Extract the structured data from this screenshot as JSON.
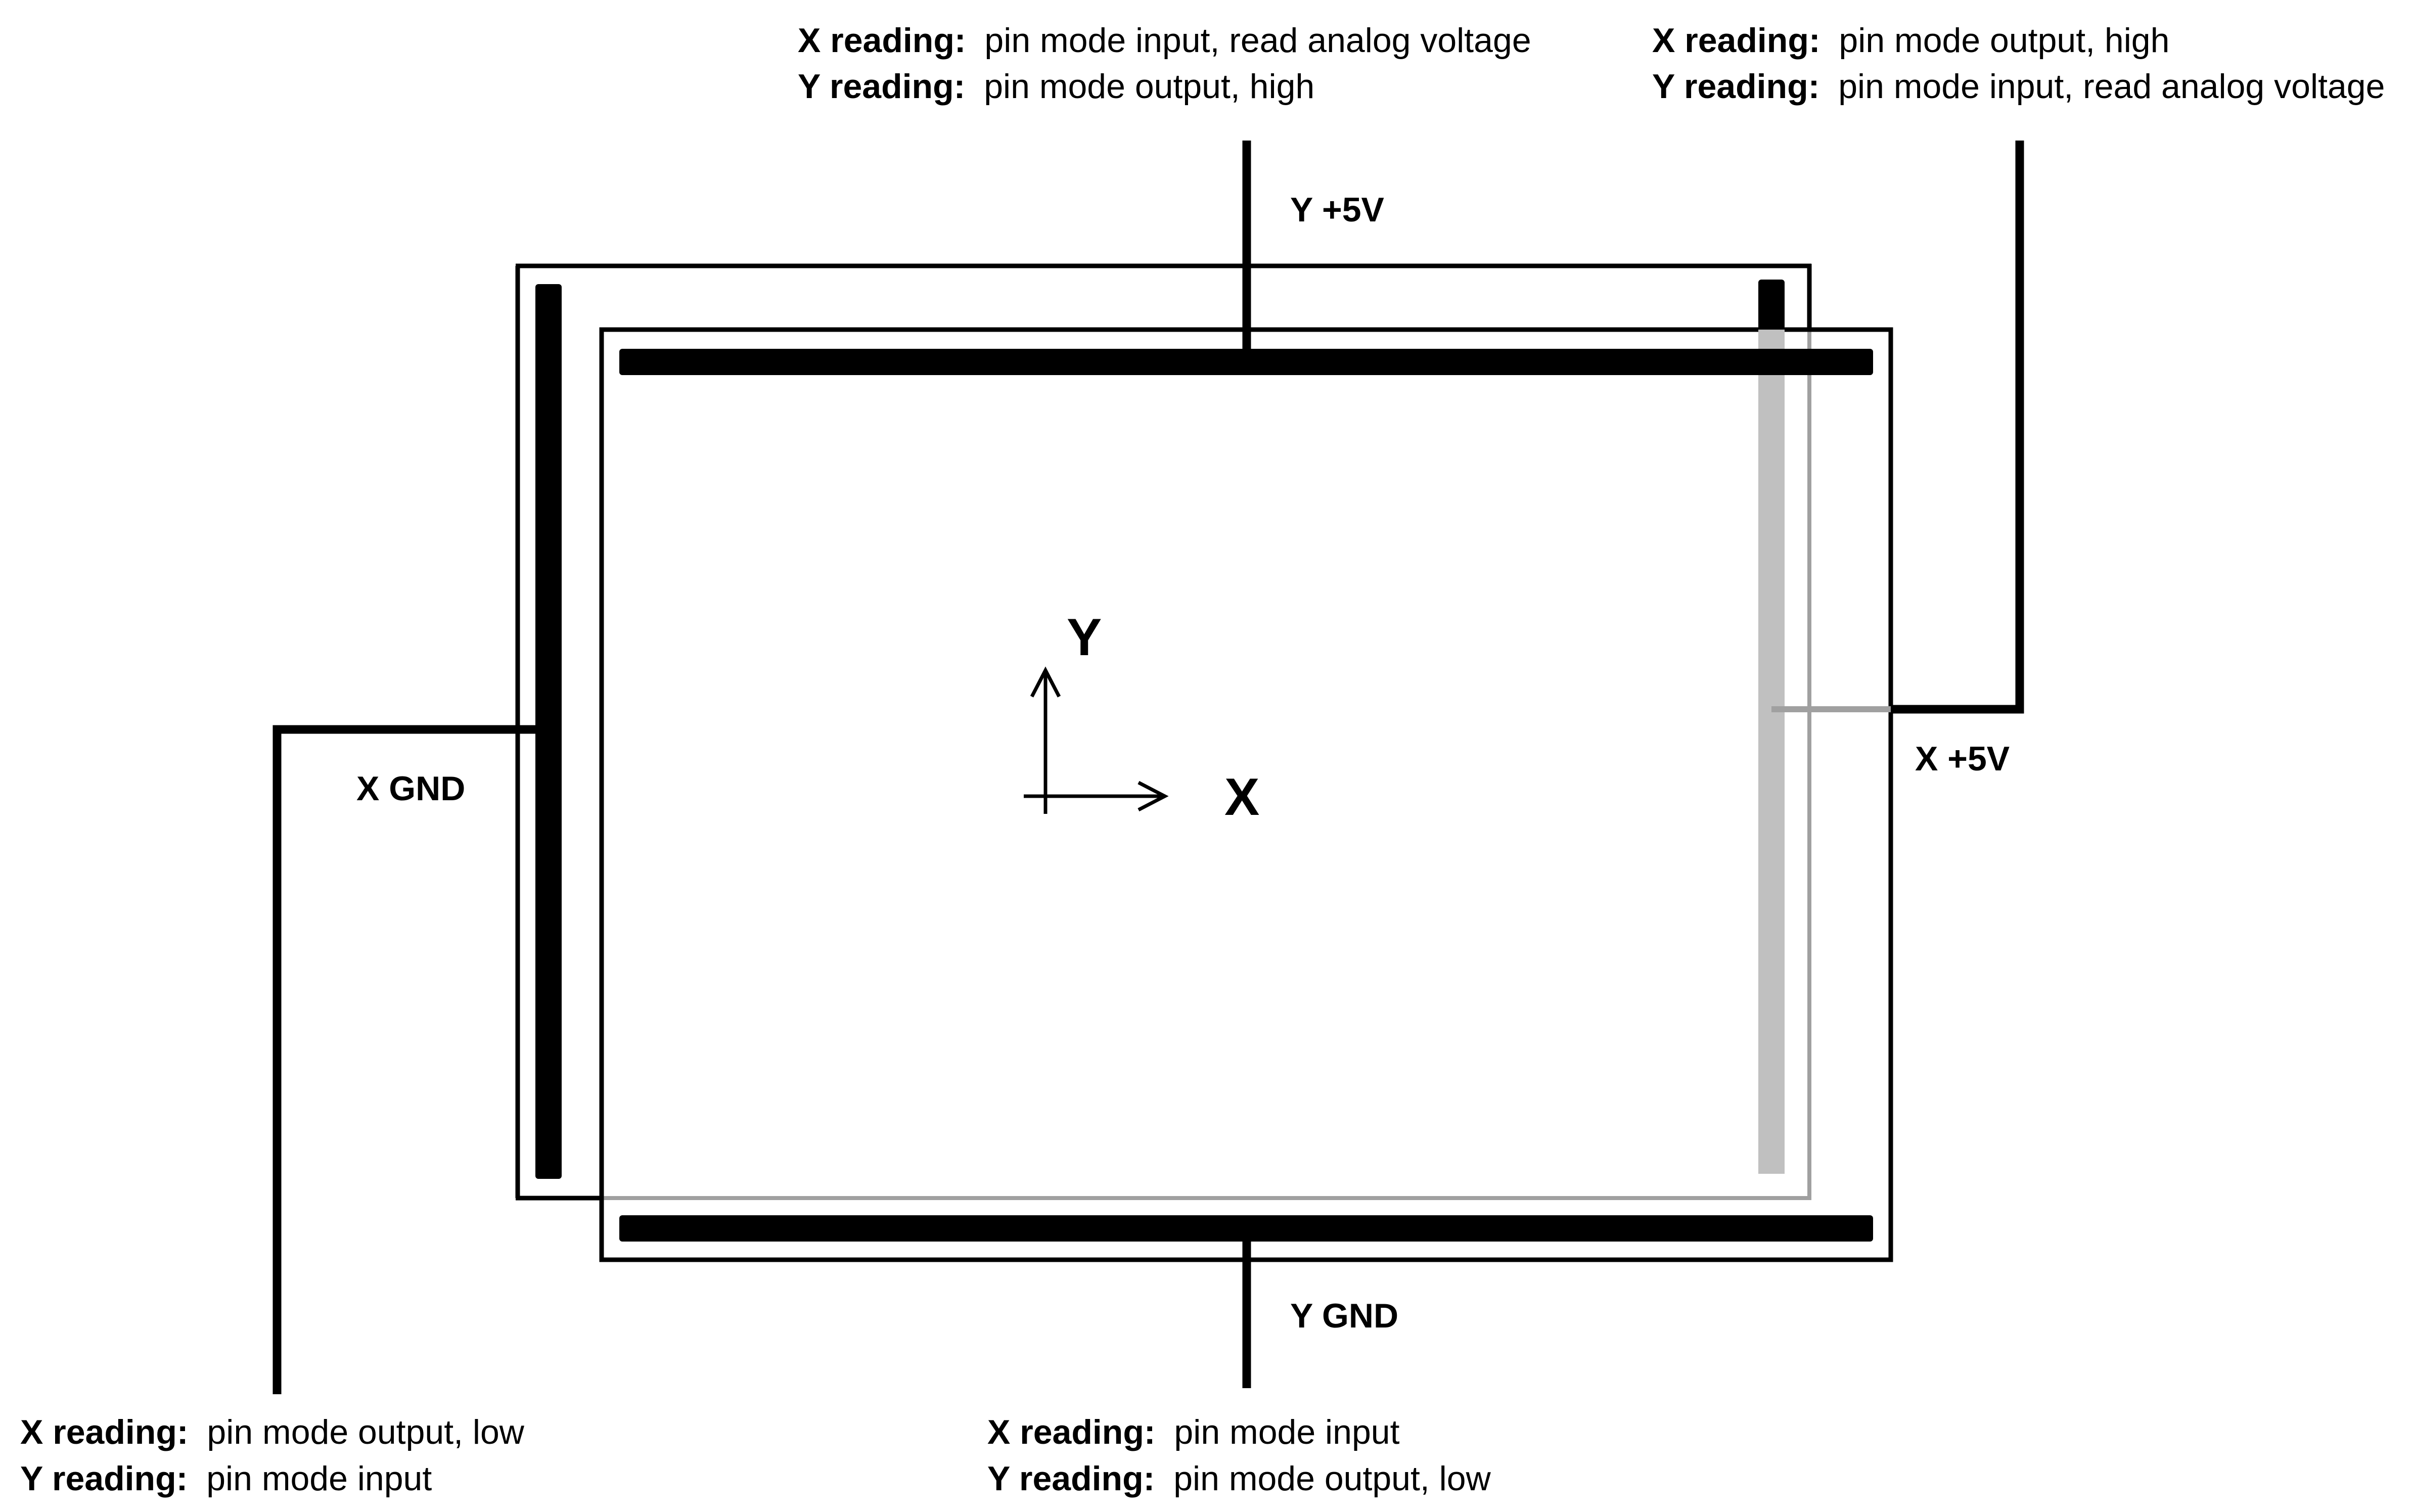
{
  "pins": {
    "y_plus": {
      "label": "Y +5V",
      "x_reading_key": "X reading:",
      "x_reading_value": "pin mode input, read analog voltage",
      "y_reading_key": "Y reading:",
      "y_reading_value": "pin mode output, high"
    },
    "x_plus": {
      "label": "X +5V",
      "x_reading_key": "X reading:",
      "x_reading_value": "pin mode output, high",
      "y_reading_key": "Y reading:",
      "y_reading_value": "pin mode input, read analog voltage"
    },
    "x_gnd": {
      "label": "X GND",
      "x_reading_key": "X reading:",
      "x_reading_value": "pin mode output, low",
      "y_reading_key": "Y reading:",
      "y_reading_value": "pin mode input"
    },
    "y_gnd": {
      "label": "Y GND",
      "x_reading_key": "X reading:",
      "x_reading_value": "pin mode input",
      "y_reading_key": "Y reading:",
      "y_reading_value": "pin mode output, low"
    }
  },
  "axes": {
    "x_label": "X",
    "y_label": "Y"
  },
  "colors": {
    "conductor": "#000000",
    "hidden_conductor": "#c0c0c0",
    "hidden_edge": "#a0a0a0"
  }
}
